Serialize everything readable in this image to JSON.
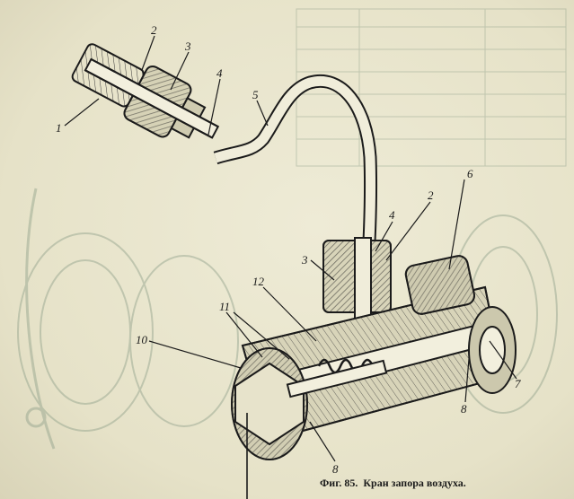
{
  "figure": {
    "number_label": "Фиг. 85.",
    "title": "Кран запора воздуха."
  },
  "callouts": [
    "1",
    "2",
    "3",
    "4",
    "5",
    "2",
    "4",
    "3",
    "6",
    "12",
    "11",
    "10",
    "7",
    "8",
    "8"
  ],
  "colors": {
    "ink": "#1b1b1b",
    "paper": "#e9e6d0",
    "ghost": "#a9b5a0",
    "hatch": "#2a2a2a"
  }
}
